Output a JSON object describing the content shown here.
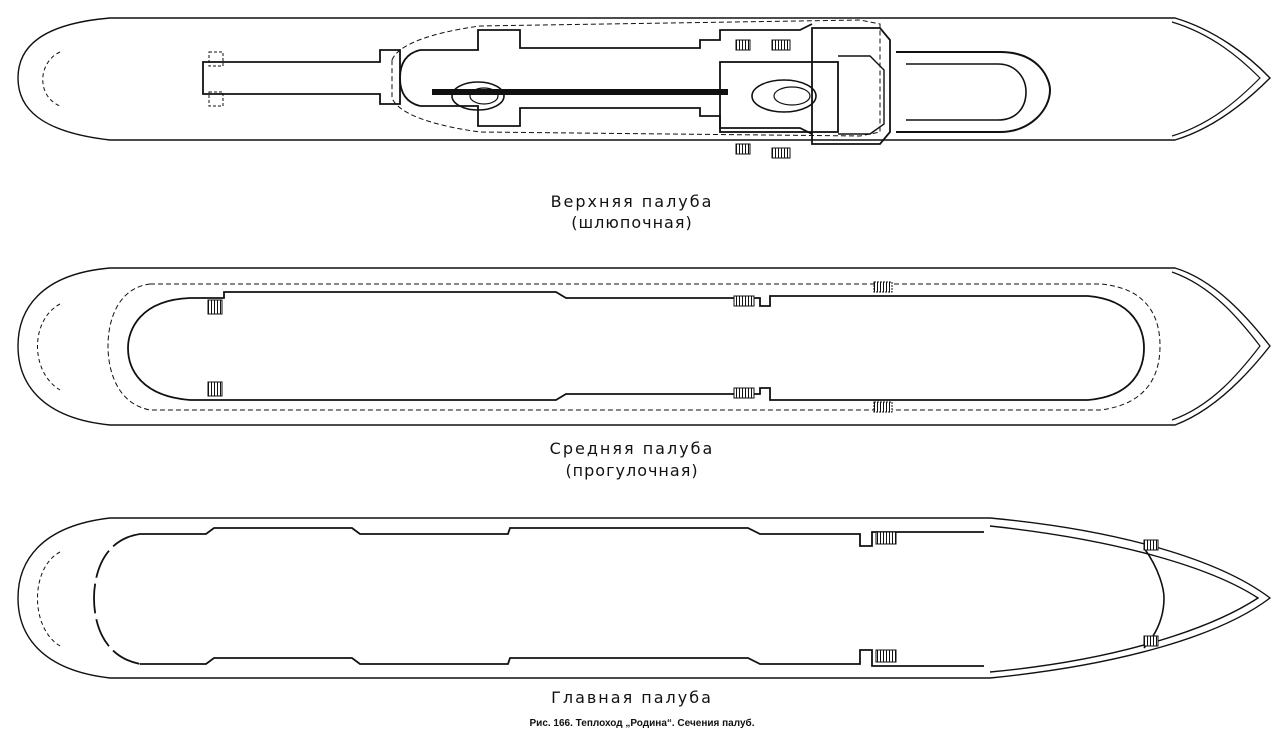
{
  "decks": [
    {
      "title": "Верхняя палуба",
      "subtitle": "(шлюпочная)"
    },
    {
      "title": "Средняя палуба",
      "subtitle": "(прогулочная)"
    },
    {
      "title": "Главная палуба",
      "subtitle": ""
    }
  ],
  "caption": "Рис. 166. Теплоход „Родина“. Сечения палуб.",
  "colors": {
    "line": "#111111",
    "paper": "#ffffff"
  }
}
